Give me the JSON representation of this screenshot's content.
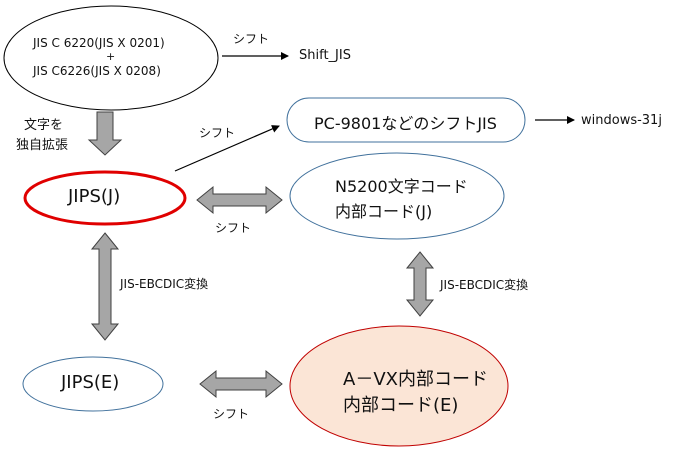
{
  "nodes": {
    "jis_standard": {
      "line1": "JIS C 6220(JIS X 0201)",
      "plus": "+",
      "line2": "JIS C6226(JIS X 0208)"
    },
    "shift_jis": "Shift_JIS",
    "pc9801": "PC-9801などのシフトJIS",
    "windows31j": "windows-31j",
    "jips_j": "JIPS(J)",
    "n5200": {
      "line1": "N5200文字コード",
      "line2": "内部コード(J)"
    },
    "jips_e": "JIPS(E)",
    "avx": {
      "line1": "A－VX内部コード",
      "line2": "内部コード(E)"
    }
  },
  "labels": {
    "shift_top": "シフト",
    "shift_mid": "シフト",
    "shift_jips": "シフト",
    "shift_bottom": "シフト",
    "extend_line1": "文字を",
    "extend_line2": "独自拡張",
    "ebcdic_left": "JIS-EBCDIC変換",
    "ebcdic_right": "JIS-EBCDIC変換"
  },
  "colors": {
    "ellipse_border": "#41719c",
    "jips_j_border": "#e00000",
    "avx_fill": "#fbe5d6",
    "arrow_fill": "#a6a6a6",
    "arrow_stroke": "#404040",
    "black": "#000000"
  }
}
